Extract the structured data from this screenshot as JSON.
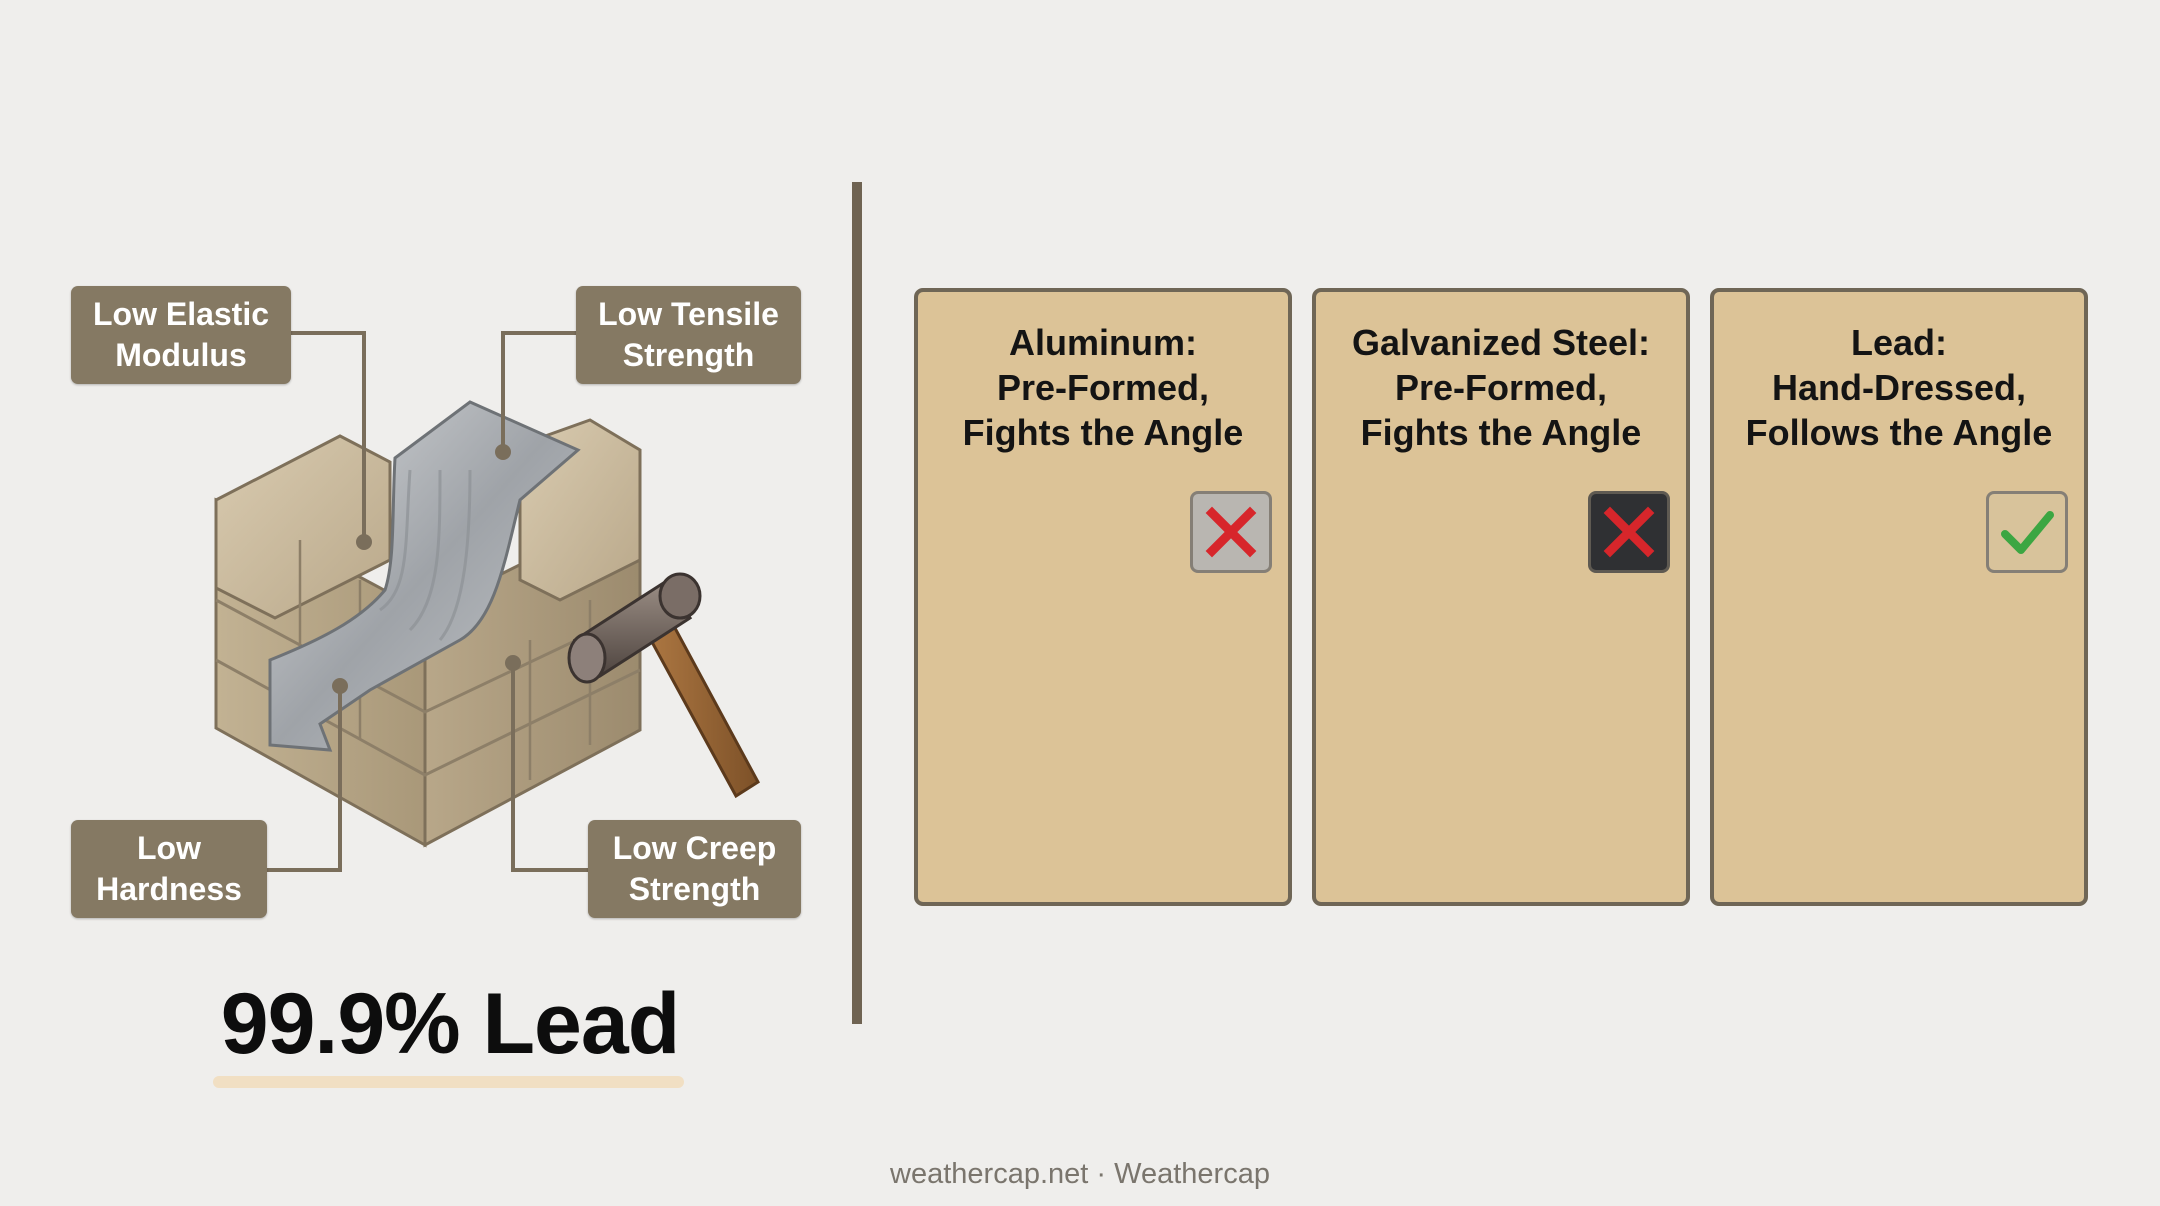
{
  "properties": {
    "elastic": [
      "Low Elastic",
      "Modulus"
    ],
    "tensile": [
      "Low Tensile",
      "Strength"
    ],
    "hardness": [
      "Low",
      "Hardness"
    ],
    "creep": [
      "Low Creep",
      "Strength"
    ]
  },
  "headline": "99.9% Lead",
  "comparison": [
    {
      "title": [
        "Aluminum:",
        "Pre-Formed,",
        "Fights the Angle"
      ],
      "verdict": "cross-icon",
      "badge_style": "light"
    },
    {
      "title": [
        "Galvanized Steel:",
        "Pre-Formed,",
        "Fights the Angle"
      ],
      "verdict": "cross-icon",
      "badge_style": "dark"
    },
    {
      "title": [
        "Lead:",
        "Hand-Dressed,",
        "Follows the Angle"
      ],
      "verdict": "check-icon",
      "badge_style": "ok"
    }
  ],
  "colors": {
    "label_bg": "#857963",
    "card_bg": "#dcc397",
    "cross": "#d7262b",
    "check": "#3ca642",
    "divider": "#6f6352"
  },
  "footer": "weathercap.net · Weathercap"
}
